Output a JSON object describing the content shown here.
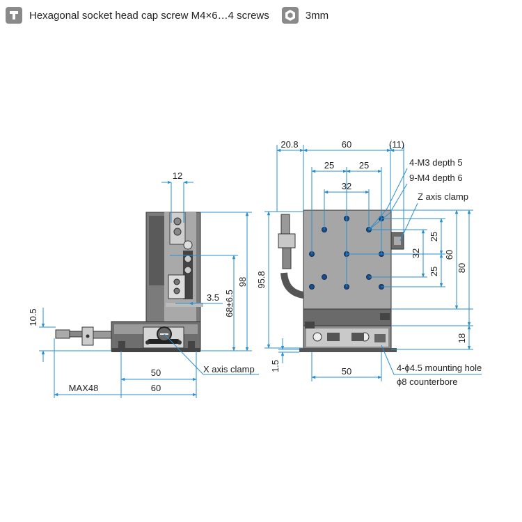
{
  "header": {
    "screw_text": "Hexagonal socket head cap screw M4×6…4 screws",
    "wrench_size": "3mm",
    "screw_icon": "socket-screw-icon",
    "hex_icon": "hex-wrench-icon"
  },
  "colors": {
    "dimension": "#2a8fcf",
    "part": "#4a4a4a",
    "text": "#222222"
  },
  "left_view": {
    "dim_top": "12",
    "dim_total_height": "98",
    "dim_travel": "68±6.5",
    "dim_step": "3.5",
    "dim_knob_height": "10.5",
    "dim_base_width": "50",
    "dim_overall_width": "60",
    "dim_max": "MAX48",
    "label_clamp": "X axis clamp"
  },
  "right_view": {
    "dim_offset": "20.8",
    "dim_width": "60",
    "dim_knob": "(11)",
    "dim_25_left": "25",
    "dim_25_right": "25",
    "dim_32_horizontal": "32",
    "dim_height_total": "95.8",
    "dim_25_vertical_top": "25",
    "dim_32_vertical": "32",
    "dim_25_vertical_bottom": "25",
    "dim_60_vertical": "60",
    "dim_80_vertical": "80",
    "dim_18": "18",
    "dim_1_5": "1.5",
    "dim_base_50": "50",
    "label_m3": "4-M3 depth 5",
    "label_m4": "9-M4 depth 6",
    "label_z_clamp": "Z axis clamp",
    "label_mount_hole": "4-ϕ4.5 mounting hole",
    "label_counterbore": "ϕ8 counterbore"
  }
}
